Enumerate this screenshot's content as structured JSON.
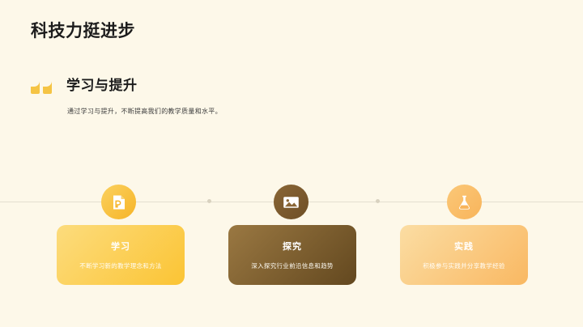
{
  "slide": {
    "title": "科技力挺进步",
    "background_color": "#fdf8e9"
  },
  "quote_section": {
    "quote_icon": "double-quote-icon",
    "heading": "学习与提升",
    "description": "通过学习与提升，不断提高我们的教学质量和水平。",
    "accent_color": "#f5c444"
  },
  "timeline": {
    "line_color": "#e3ded0",
    "dot_color": "#d9d2c0",
    "nodes": [
      {
        "icon": "document-file-icon",
        "icon_color": "#f6b427",
        "title": "学习",
        "description": "不断学习新的教学理念和方法",
        "card_color_from": "#fcdc7d",
        "card_color_to": "#fbc434"
      },
      {
        "icon": "image-picture-icon",
        "icon_color": "#6e4f26",
        "title": "探究",
        "description": "深入探究行业前沿信息和趋势",
        "card_color_from": "#9a7842",
        "card_color_to": "#63481f"
      },
      {
        "icon": "flask-beaker-icon",
        "icon_color": "#f8b45b",
        "title": "实践",
        "description": "积极参与实践并分享教学经验",
        "card_color_from": "#fbdda3",
        "card_color_to": "#f9b862"
      }
    ]
  }
}
